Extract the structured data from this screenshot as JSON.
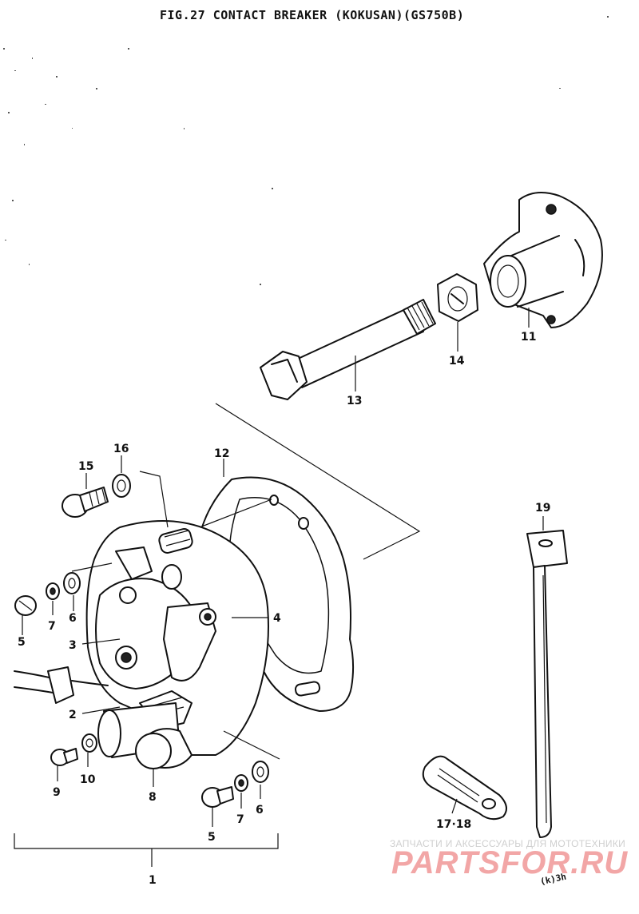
{
  "title": "FIG.27  CONTACT BREAKER  (KOKUSAN)(GS750B)",
  "parts": [
    {
      "ref": "1"
    },
    {
      "ref": "2"
    },
    {
      "ref": "3"
    },
    {
      "ref": "4"
    },
    {
      "ref": "5"
    },
    {
      "ref": "6"
    },
    {
      "ref": "7"
    },
    {
      "ref": "8"
    },
    {
      "ref": "9"
    },
    {
      "ref": "10"
    },
    {
      "ref": "11"
    },
    {
      "ref": "12"
    },
    {
      "ref": "13"
    },
    {
      "ref": "14"
    },
    {
      "ref": "15"
    },
    {
      "ref": "16"
    },
    {
      "ref": "17·18"
    },
    {
      "ref": "19"
    }
  ],
  "extra_labels": {
    "ref_5b": "5",
    "ref_6b": "6",
    "ref_7b": "7"
  },
  "watermark": {
    "tagline": "ЗАПЧАСТИ И АКСЕССУАРЫ ДЛЯ МОТОТЕХНИКИ",
    "logo": "PARTSFOR.RU"
  },
  "corner_code": "(k)3h"
}
